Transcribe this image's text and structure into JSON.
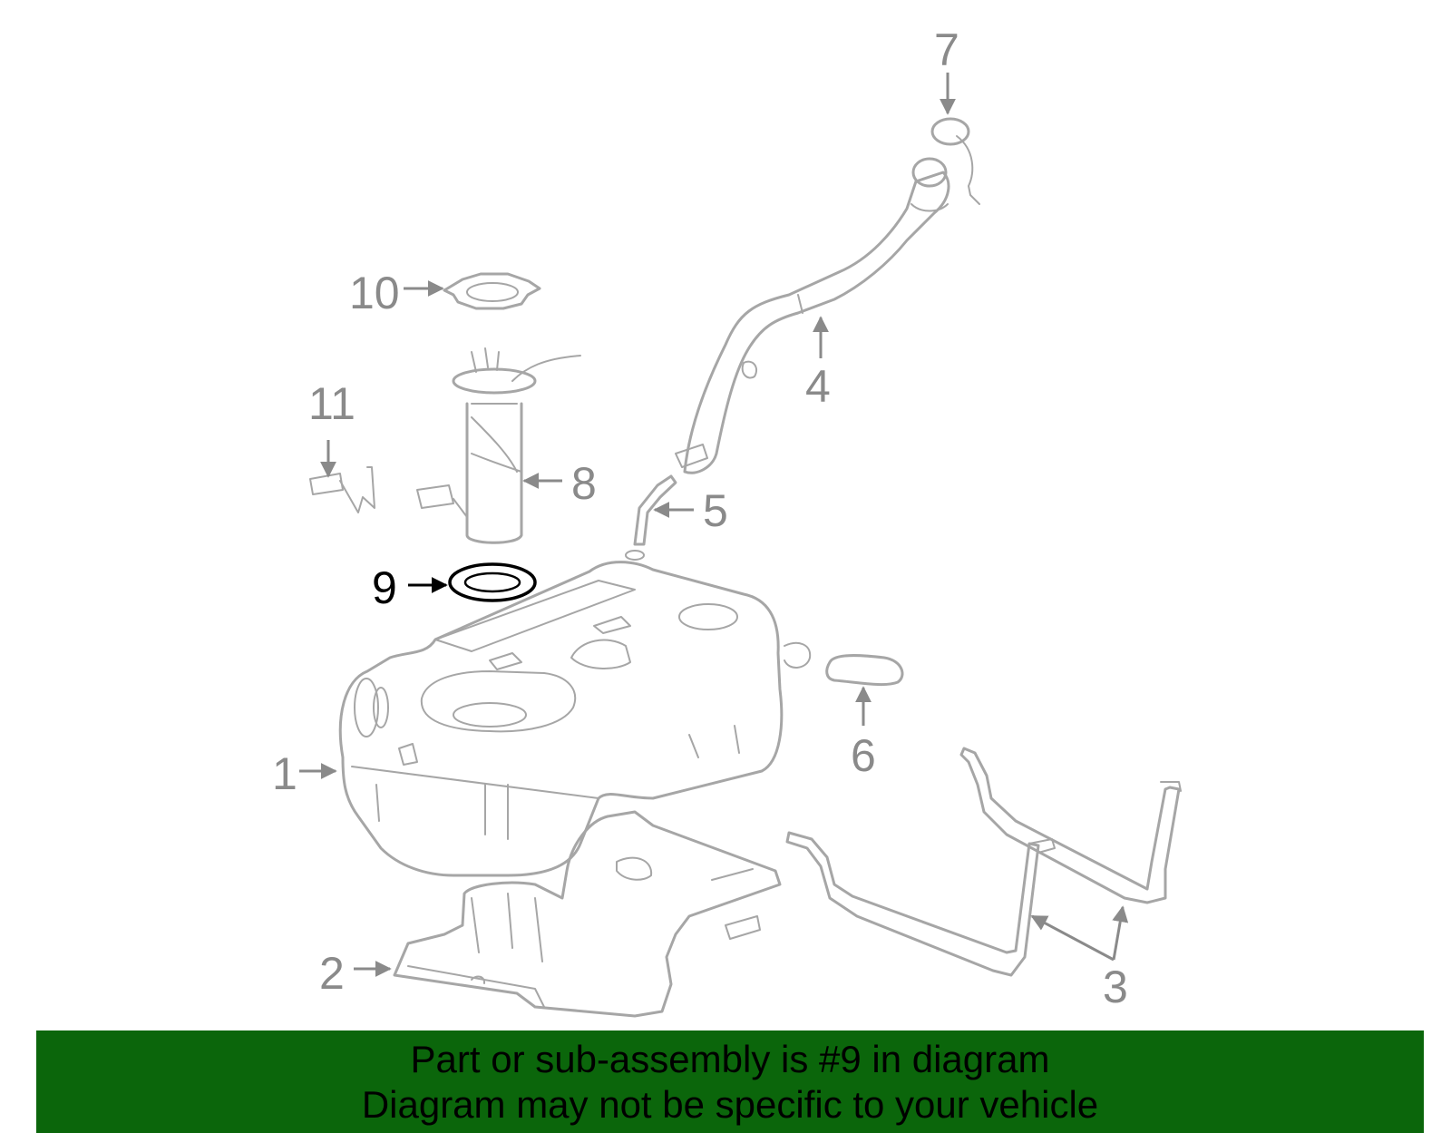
{
  "callouts": [
    {
      "id": "1",
      "label": "1"
    },
    {
      "id": "2",
      "label": "2"
    },
    {
      "id": "3",
      "label": "3"
    },
    {
      "id": "4",
      "label": "4"
    },
    {
      "id": "5",
      "label": "5"
    },
    {
      "id": "6",
      "label": "6"
    },
    {
      "id": "7",
      "label": "7"
    },
    {
      "id": "8",
      "label": "8"
    },
    {
      "id": "9",
      "label": "9",
      "highlighted": true
    },
    {
      "id": "10",
      "label": "10"
    },
    {
      "id": "11",
      "label": "11"
    }
  ],
  "banner": {
    "line1": "Part or sub-assembly is #9 in diagram",
    "line2": "Diagram may not be specific to your vehicle",
    "background": "#0b660b"
  },
  "colors": {
    "part_stroke": "#a6a6a6",
    "callout_text": "#8a8a8a",
    "highlight": "#000000"
  }
}
